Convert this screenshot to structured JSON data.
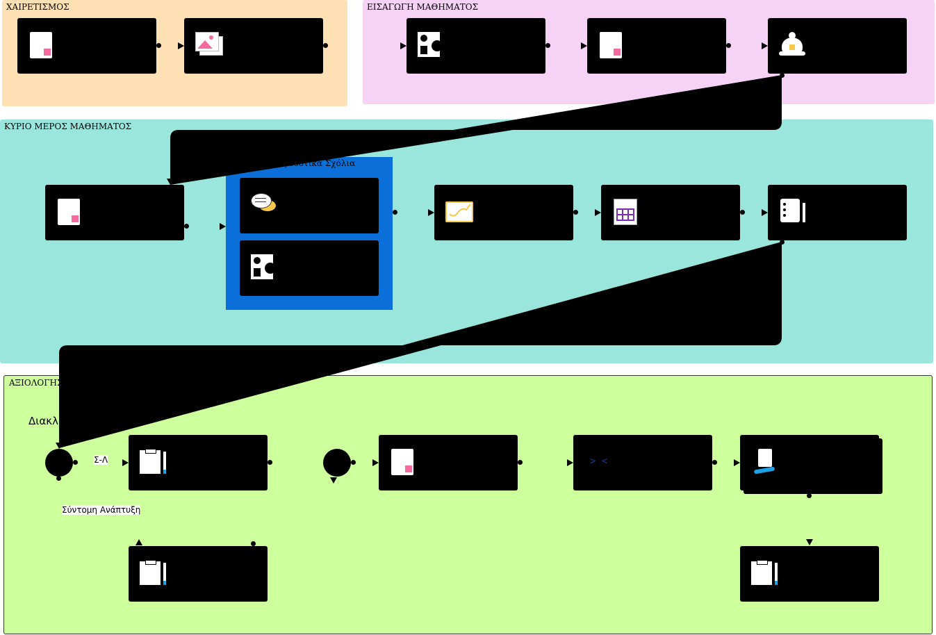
{
  "lanes": {
    "greeting": {
      "title": "ΧΑΙΡΕΤΙΣΜΟΣ",
      "color": "#fde0b4"
    },
    "intro": {
      "title": "ΕΙΣΑΓΩΓΗ ΜΑΘΗΜΑΤΟΣ",
      "color": "#f6d3f6"
    },
    "main": {
      "title": "ΚΥΡΙΟ ΜΕΡΟΣ ΜΑΘΗΜΑΤΟΣ",
      "color": "#9ae6dd"
    },
    "assessment": {
      "title": "ΑΞΙΟΛΟΓΗΣΗ",
      "color": "#cdff9c"
    }
  },
  "group": {
    "label": "Ανατροφοδοτικά Σχόλια",
    "color": "#0b6fd9"
  },
  "assessment_labels": {
    "section": "Διακλάδωση",
    "true_false": "Σ-Λ",
    "short_answer": "Σύντομη Ανάπτυξη"
  },
  "nodes": {
    "greeting_1": {
      "icon": "page-icon"
    },
    "greeting_2": {
      "icon": "image-icon"
    },
    "intro_1": {
      "icon": "shapes-icon"
    },
    "intro_2": {
      "icon": "page-icon"
    },
    "intro_3": {
      "icon": "bell-icon"
    },
    "main_1": {
      "icon": "page-icon"
    },
    "group_1": {
      "icon": "chat-icon"
    },
    "group_2": {
      "icon": "shapes-icon"
    },
    "main_3": {
      "icon": "whiteboard-icon"
    },
    "main_4": {
      "icon": "spreadsheet-icon"
    },
    "main_5": {
      "icon": "notebook-icon"
    },
    "assess_1": {
      "icon": "quiz-icon"
    },
    "assess_2": {
      "icon": "page-icon"
    },
    "assess_3": {
      "icon": "code-icon",
      "text": "> <"
    },
    "assess_4": {
      "icon": "submit-icon"
    },
    "assess_5": {
      "icon": "quiz-icon"
    },
    "assess_6": {
      "icon": "quiz-icon"
    }
  },
  "colors": {
    "node": "#000000",
    "pink": "#f56b9e",
    "yellow": "#f7c948",
    "purple": "#7b2fb5",
    "blue": "#1da1e6"
  }
}
